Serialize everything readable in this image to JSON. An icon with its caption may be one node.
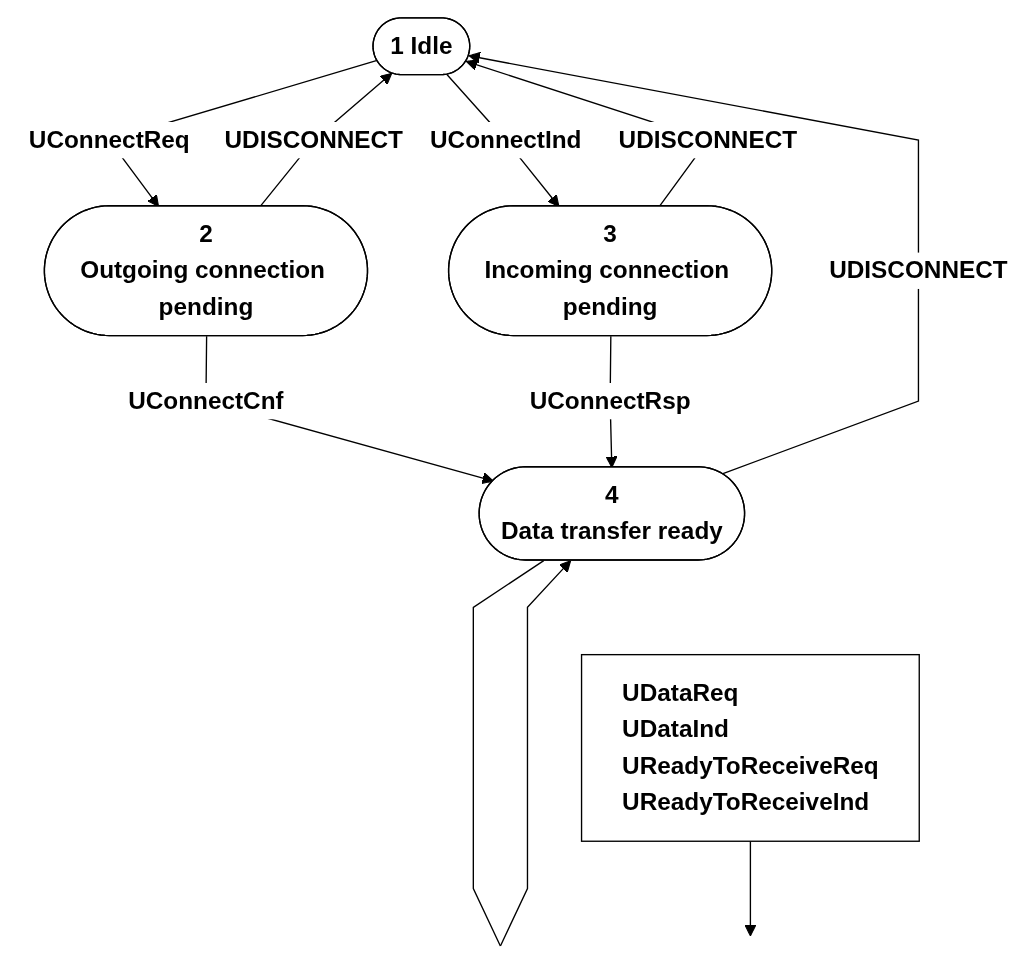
{
  "diagram": {
    "nodes": [
      {
        "text": [
          "1 Idle"
        ]
      },
      {
        "text": [
          "2",
          "Outgoing connection pending"
        ]
      },
      {
        "text": [
          "3",
          "Incoming connection pending"
        ]
      },
      {
        "text": [
          "4",
          "Data transfer ready"
        ]
      },
      {
        "text": [
          "UDataReq",
          "UDataInd",
          "UReadyToReceiveReq",
          "UReadyToReceiveInd"
        ]
      }
    ],
    "edges": [
      {
        "from": 1,
        "to": 0,
        "arrow": "to",
        "label": "UDISCONNECT"
      },
      {
        "from": 0,
        "to": 1,
        "arrow": "to",
        "label": "UConnectReq"
      },
      {
        "from": 0,
        "to": 2,
        "arrow": "to",
        "label": "UConnectInd"
      },
      {
        "from": 2,
        "to": 0,
        "arrow": "to",
        "label": "UDISCONNECT"
      },
      {
        "from": 3,
        "to": 0,
        "arrow": "to",
        "label": "UDISCONNECT"
      },
      {
        "from": 1,
        "to": 3,
        "arrow": "to",
        "label": "UConnectCnf"
      },
      {
        "from": 2,
        "to": 3,
        "arrow": "to",
        "label": "UConnectRsp"
      },
      {
        "from": 3,
        "to": 3,
        "arrow": "to"
      },
      {
        "from": 4,
        "to": null,
        "arrow": "to"
      }
    ]
  }
}
